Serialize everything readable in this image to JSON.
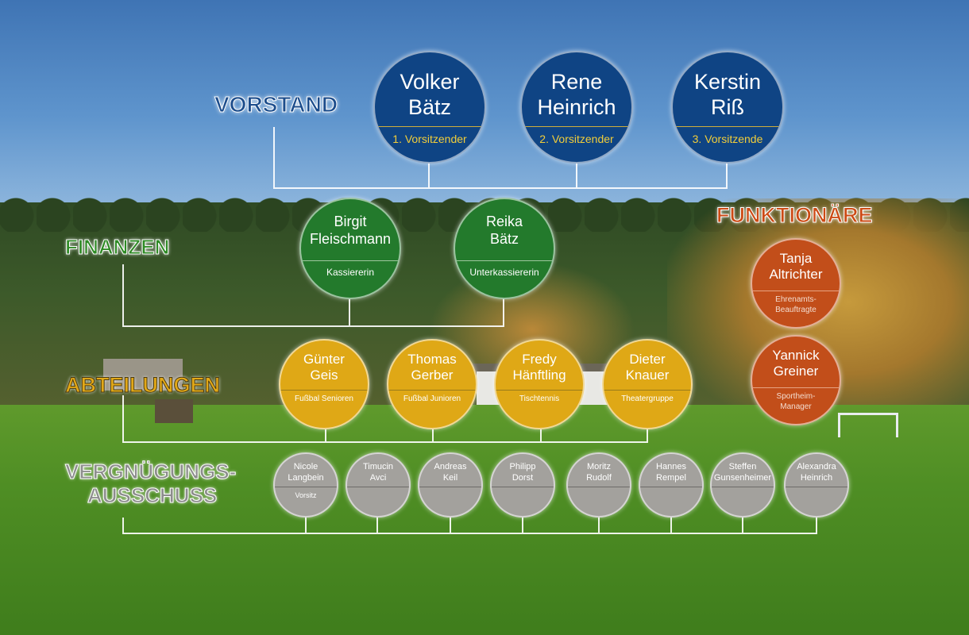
{
  "headings": {
    "vorstand": "VORSTAND",
    "finanzen": "FINANZEN",
    "funktionaere": "FUNKTIONÄRE",
    "abteilungen": "ABTEILUNGEN",
    "vergnuegung_line1": "VERGNÜGUNGS-",
    "vergnuegung_line2": "AUSSCHUSS"
  },
  "vorstand": [
    {
      "first": "Volker",
      "last": "Bätz",
      "role": "1. Vorsitzender"
    },
    {
      "first": "Rene",
      "last": "Heinrich",
      "role": "2. Vorsitzender"
    },
    {
      "first": "Kerstin",
      "last": "Riß",
      "role": "3. Vorsitzende"
    }
  ],
  "finanzen": [
    {
      "first": "Birgit",
      "last": "Fleischmann",
      "role": "Kassiererin"
    },
    {
      "first": "Reika",
      "last": "Bätz",
      "role": "Unterkassiererin"
    }
  ],
  "funktionaere": [
    {
      "first": "Tanja",
      "last": "Altrichter",
      "role": "Ehrenamts-Beauftragte"
    },
    {
      "first": "Yannick",
      "last": "Greiner",
      "role": "Sportheim-Manager"
    }
  ],
  "abteilungen": [
    {
      "first": "Günter",
      "last": "Geis",
      "role": "Fußbal Senioren"
    },
    {
      "first": "Thomas",
      "last": "Gerber",
      "role": "Fußbal Junioren"
    },
    {
      "first": "Fredy",
      "last": "Hänftling",
      "role": "Tischtennis"
    },
    {
      "first": "Dieter",
      "last": "Knauer",
      "role": "Theatergruppe"
    }
  ],
  "vergnuegung": [
    {
      "first": "Nicole",
      "last": "Langbein",
      "role": "Vorsitz"
    },
    {
      "first": "Timucin",
      "last": "Avci",
      "role": ""
    },
    {
      "first": "Andreas",
      "last": "Keil",
      "role": ""
    },
    {
      "first": "Philipp",
      "last": "Dorst",
      "role": ""
    },
    {
      "first": "Moritz",
      "last": "Rudolf",
      "role": ""
    },
    {
      "first": "Hannes",
      "last": "Rempel",
      "role": ""
    },
    {
      "first": "Steffen",
      "last": "Gunsenheimer",
      "role": ""
    },
    {
      "first": "Alexandra",
      "last": "Heinrich",
      "role": ""
    }
  ],
  "colors": {
    "vorstand": "#0f4484",
    "finanzen": "#237a2c",
    "funktionaere": "#c24e1a",
    "abteilungen": "#dfa816",
    "vergnuegung": "#a3a19d",
    "vorstand_role": "#f1cd3a"
  }
}
